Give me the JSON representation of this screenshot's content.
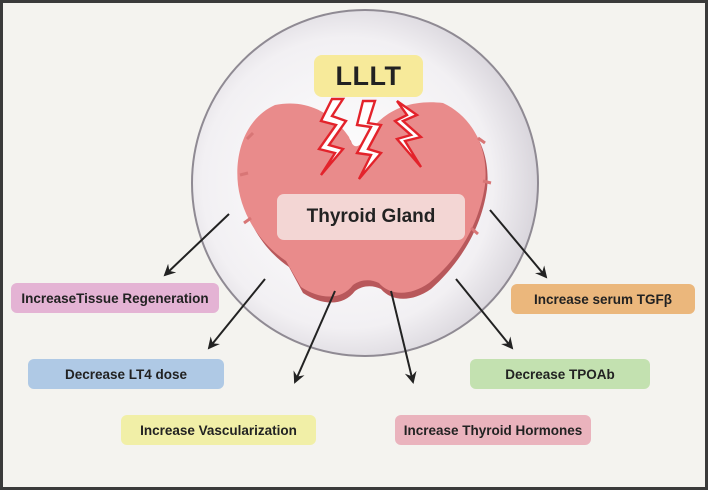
{
  "colors": {
    "background": "#f4f3ef",
    "border": "#3a3a3a",
    "gland_pink": "#e98b8b",
    "lightning_red": "#e3232b",
    "arrow": "#222222"
  },
  "icons": [
    "lightning-bolt-icon",
    "thyroid-gland-icon",
    "arrow-icon"
  ],
  "title": {
    "label": "LLLT"
  },
  "center": {
    "label": "Thyroid Gland"
  },
  "effects": [
    {
      "label": "IncreaseTissue Regeneration",
      "color": "#e4b3d4"
    },
    {
      "label": "Increase serum TGFβ",
      "color": "#ebb77c"
    },
    {
      "label": "Decrease LT4 dose",
      "color": "#afc9e5"
    },
    {
      "label": "Decrease TPOAb",
      "color": "#c3e1b0"
    },
    {
      "label": "Increase Vascularization",
      "color": "#f1efa7"
    },
    {
      "label": "Increase Thyroid Hormones",
      "color": "#eab3bd"
    }
  ]
}
